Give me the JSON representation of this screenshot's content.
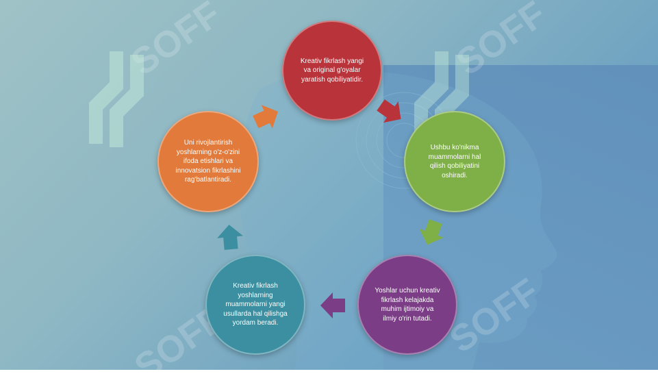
{
  "watermark": {
    "text": "SOFF"
  },
  "nodes": [
    {
      "id": "red",
      "color": "#b8333a",
      "text": "Kreativ fikrlash yangi va original g'oyalar yaratish qobiliyatidir."
    },
    {
      "id": "green",
      "color": "#7fb048",
      "text": "Ushbu ko'nikma muammolarni hal qilish qobiliyatini oshiradi."
    },
    {
      "id": "purple",
      "color": "#7b3e86",
      "text": "Yoshlar uchun kreativ fikrlash kelajakda muhim ijtimoiy va ilmiy o'rin tutadi."
    },
    {
      "id": "teal",
      "color": "#3b8fa0",
      "text": "Kreativ fikrlash yoshlarning muammolarni yangi usullarda hal qilishga yordam beradi."
    },
    {
      "id": "orange",
      "color": "#e17a3a",
      "text": "Uni rivojlantirish yoshlarning o'z-o'zini ifoda etishlari va innovatsion fikrlashini rag'batlantiradi."
    }
  ],
  "arrows": [
    {
      "id": "red-to-green",
      "color": "#b8333a"
    },
    {
      "id": "green-to-purple",
      "color": "#7fb048"
    },
    {
      "id": "purple-to-teal",
      "color": "#7b3e86"
    },
    {
      "id": "teal-to-orange",
      "color": "#3b8fa0"
    },
    {
      "id": "orange-to-red",
      "color": "#e17a3a"
    }
  ]
}
